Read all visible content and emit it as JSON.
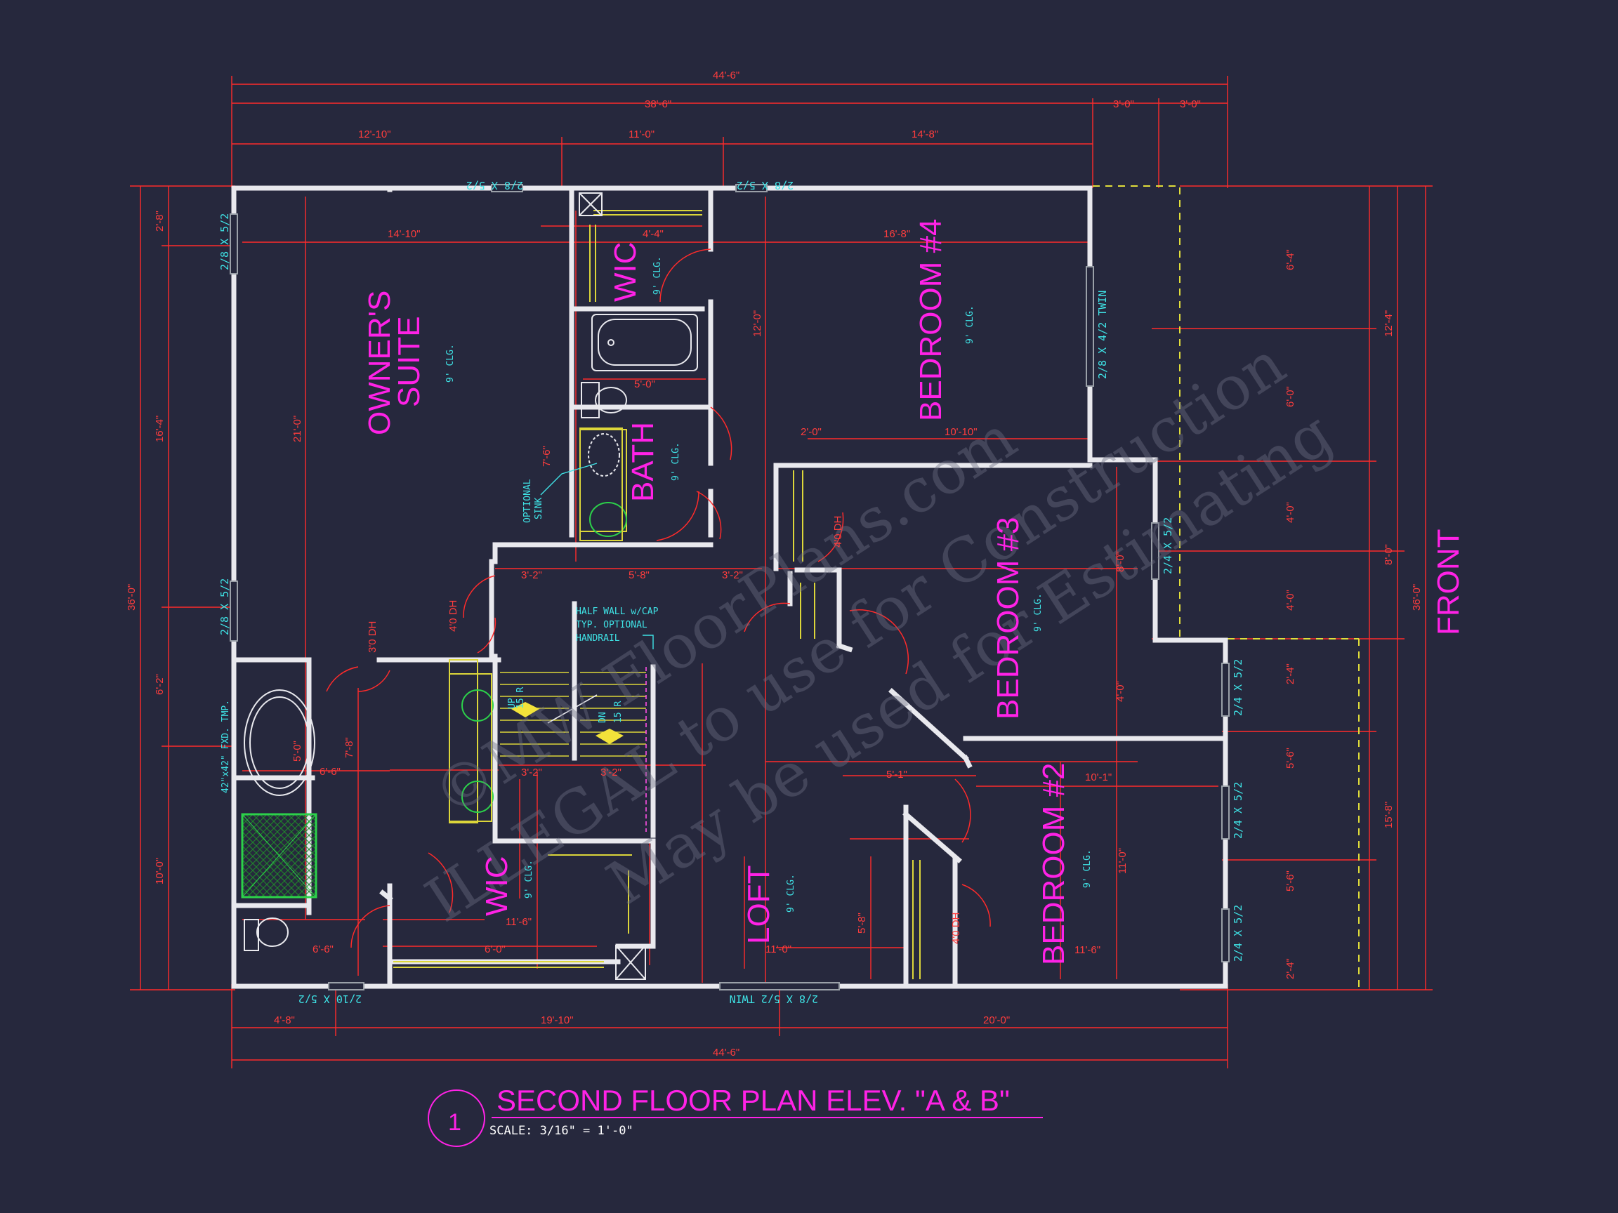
{
  "plan": {
    "title": "SECOND FLOOR PLAN ELEV. \"A & B\"",
    "scale": "SCALE: 3/16\" = 1'-0\"",
    "view_number": "1",
    "front_label": "FRONT"
  },
  "rooms": {
    "owners_suite": [
      "OWNER'S",
      "SUITE"
    ],
    "wic_top": "WIC",
    "bath": "BATH",
    "bedroom4": "BEDROOM #4",
    "bedroom3": "BEDROOM #3",
    "bedroom2": "BEDROOM #2",
    "wic_bottom": "WIC",
    "loft": "LOFT"
  },
  "notes": {
    "clg": "9' CLG.",
    "optional_sink": [
      "OPTIONAL",
      "SINK"
    ],
    "half_wall": [
      "HALF WALL w/CAP",
      "TYP. OPTIONAL",
      "HANDRAIL"
    ],
    "tub_fixed": "42\"x42\" FXD. TMP.",
    "dh": "4'0 DH",
    "dh2": "3'0 DH",
    "up": "UP",
    "dn": "DN",
    "risers": "15 R"
  },
  "windows": {
    "top1": "2/8 X 5/2",
    "top2": "2/8 X 5/2",
    "left1": "2/8 X 5/2",
    "left2": "2/8 X 5/2",
    "bed4_right": "2/8 X 4/2 TWIN",
    "bed3_right": "2/4 X 5/2",
    "bed2_r1": "2/4 X 5/2",
    "bed2_r2": "2/4 X 5/2",
    "bed2_r3": "2/4 X 5/2",
    "bottom1": "2/10 X 5/2",
    "bottom2": "2/8 X 5/2 TWIN"
  },
  "dimensions": {
    "top_overall": "44'-6\"",
    "top_a": "38'-6\"",
    "top_b": "3'-0\"",
    "top_c": "3'-0\"",
    "top_d": "12'-10\"",
    "top_e": "11'-0\"",
    "top_f": "14'-8\"",
    "bottom_overall": "44'-6\"",
    "bottom_a": "4'-8\"",
    "bottom_b": "19'-10\"",
    "bottom_c": "20'-0\"",
    "left_overall": "36'-0\"",
    "left_a": "2'-8\"",
    "left_b": "16'-4\"",
    "left_c": "6'-2\"",
    "left_d": "10'-0\"",
    "right_overall": "36'-0\"",
    "right_a": "12'-4\"",
    "right_b": "8'-0\"",
    "right_c": "15'-8\"",
    "right_d": "6'-4\"",
    "right_e": "6'-0\"",
    "right_f": "4'-0\"",
    "right_g": "4'-0\"",
    "right_h": "2'-4\"",
    "right_i": "5'-6\"",
    "right_j": "5'-6\"",
    "right_k": "2'-4\"",
    "owners_w": "14'-10\"",
    "owners_h": "21'-0\"",
    "bed4_w": "16'-8\"",
    "bed4_h": "12'-0\"",
    "bed4_w2": "10'-10\"",
    "bed3_w": "8'-0\"",
    "bed3_h": "4'-0\"",
    "bed2_w": "10'-1\"",
    "bed2_h": "11'-0\"",
    "bed2_w2": "11'-6\"",
    "wic_w": "4'-4\"",
    "bath_w": "5'-0\"",
    "bath_h": "7'-6\"",
    "hall_a": "3'-2\"",
    "hall_b": "5'-8\"",
    "hall_c": "3'-2\"",
    "stair_a": "3'-2\"",
    "stair_b": "3'-2\"",
    "loft_w": "11'-0\"",
    "wic2_w": "11'-6\"",
    "wic2_h": "6'-0\"",
    "bath2_a": "6'-6\"",
    "bath2_b": "6'-6\"",
    "bath2_c": "5'-0\"",
    "bath2_d": "7'-8\"",
    "loft_h": "5'-8\"",
    "misc_a": "2'-0\"",
    "misc_b": "5'-1\""
  },
  "watermark": [
    "©MW FloorPlans.com",
    "ILLEGAL to use for Construction",
    "May be used for Estimating"
  ]
}
